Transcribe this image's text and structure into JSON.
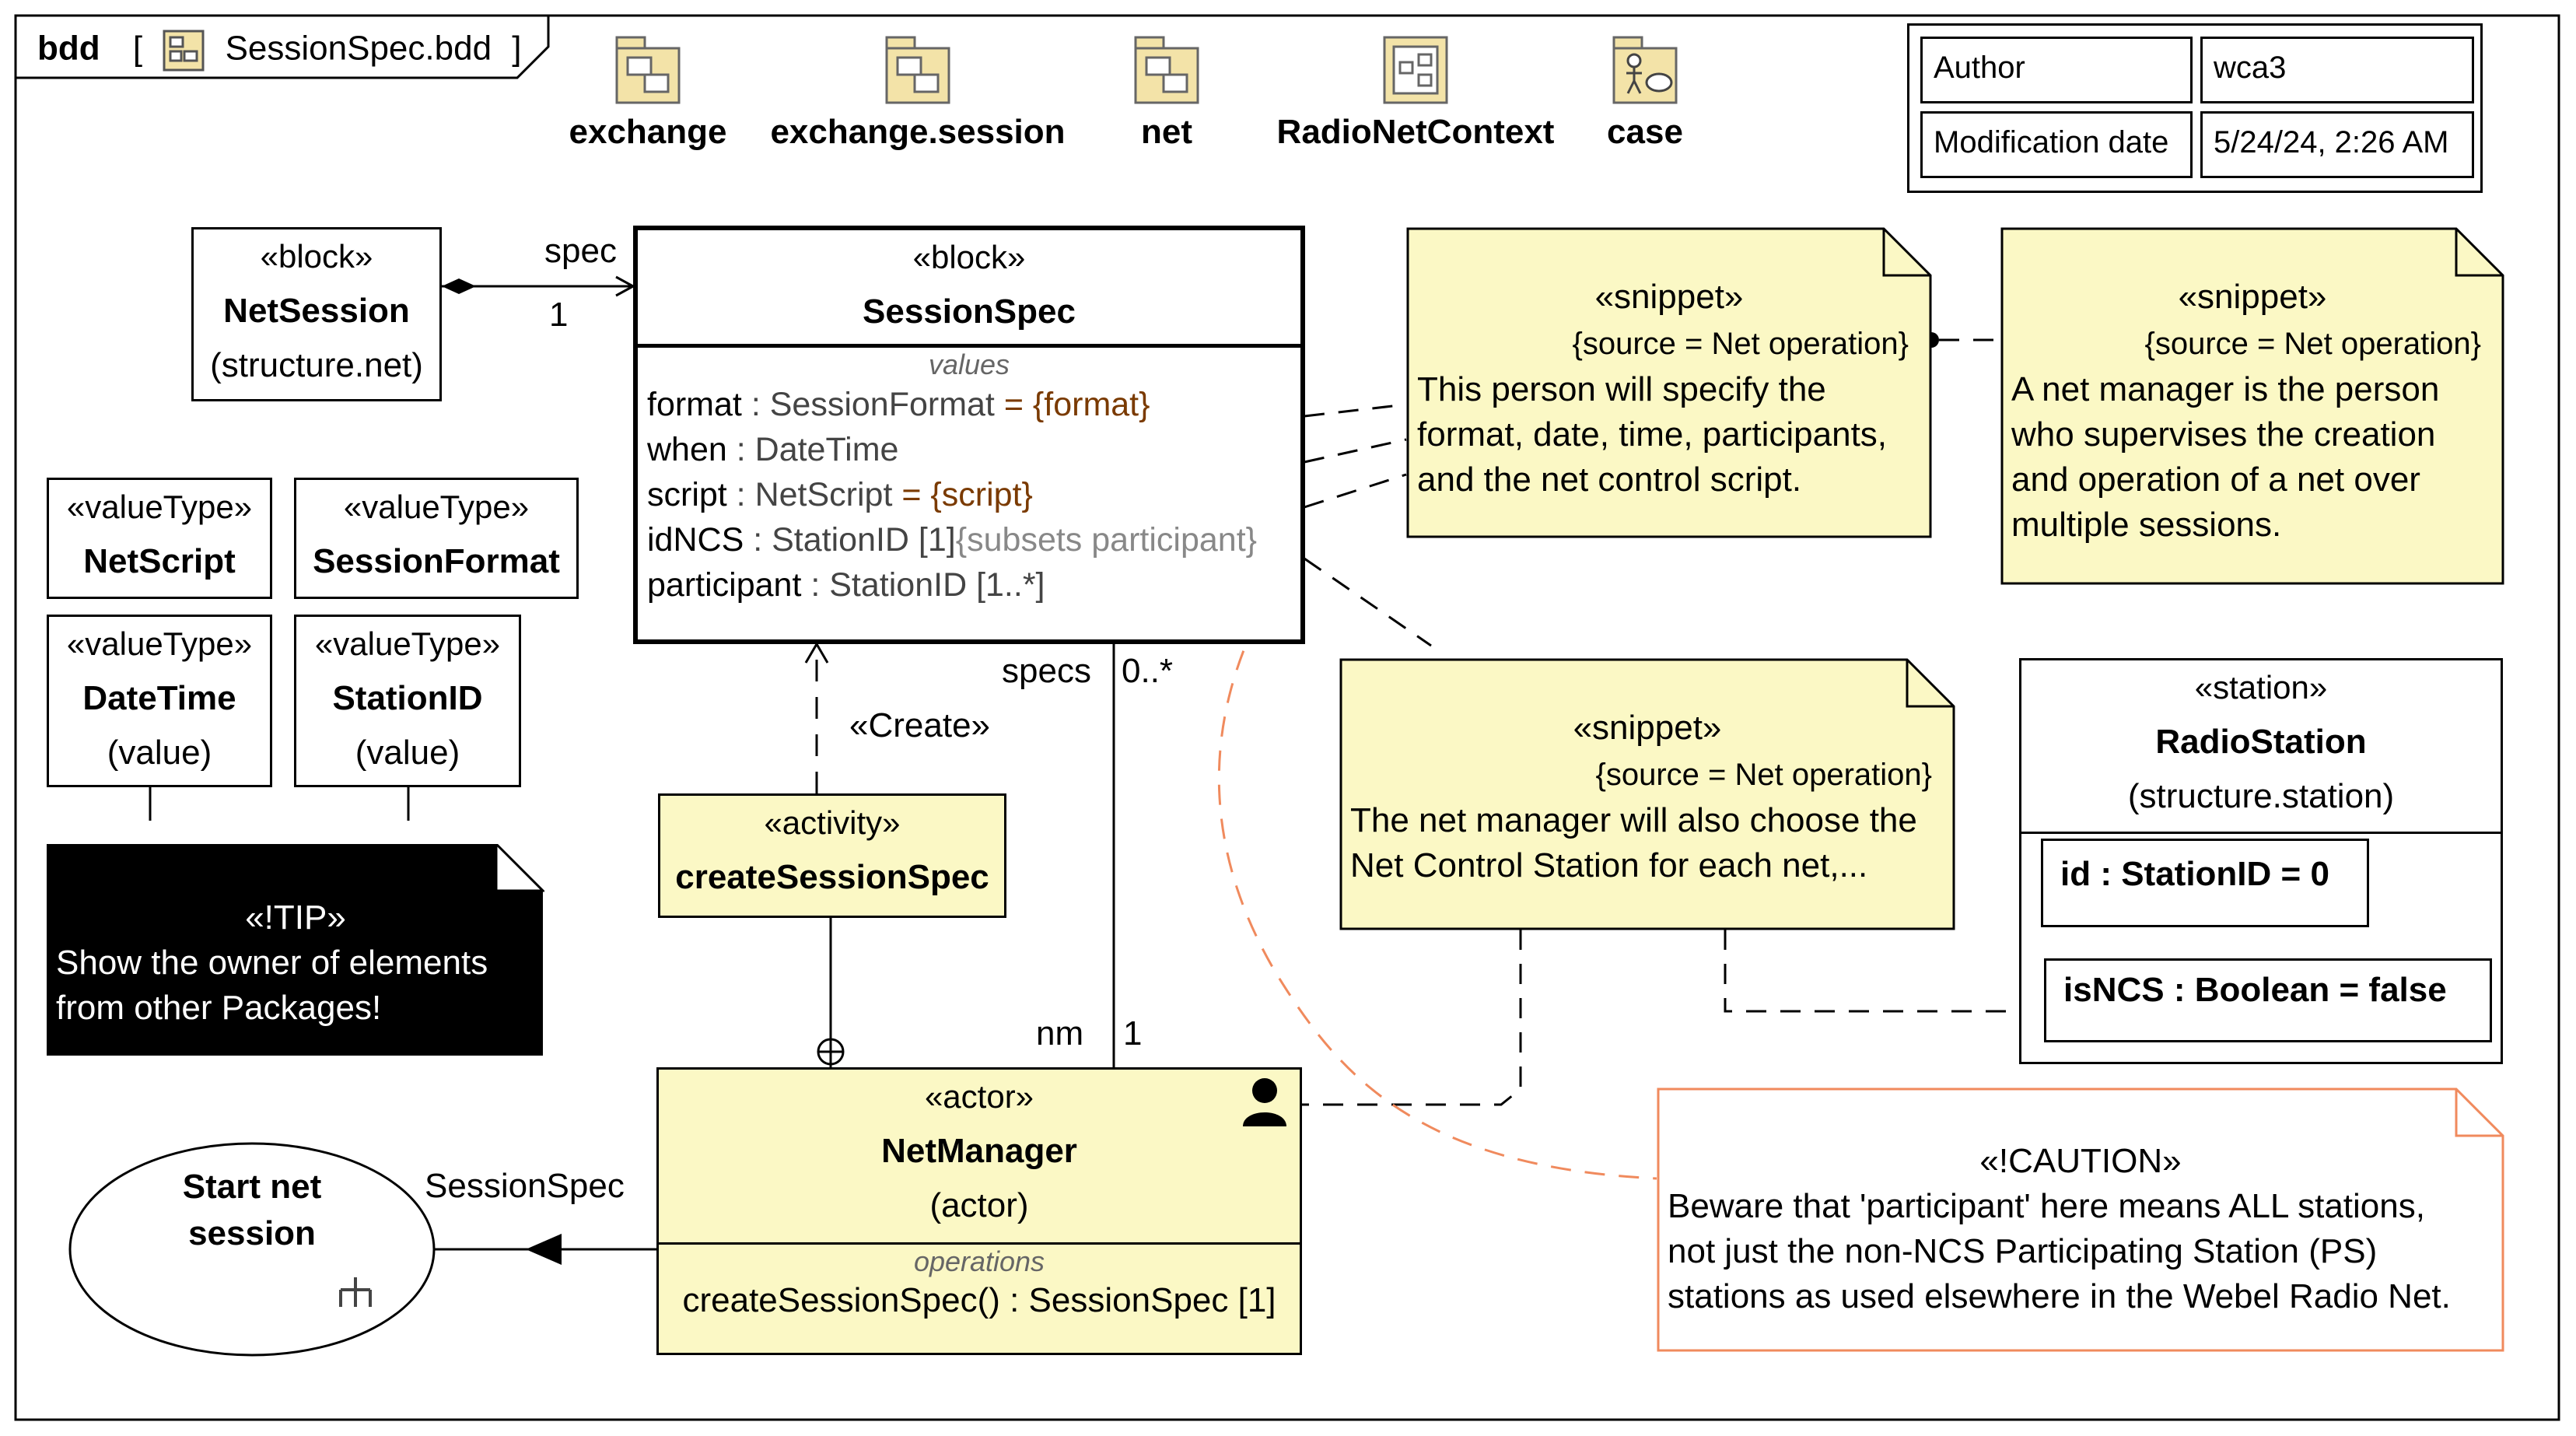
{
  "header": {
    "diagram_kind": "bdd",
    "diagram_name": "SessionSpec.bdd"
  },
  "packages": [
    {
      "label": "exchange",
      "icon": "package-icon"
    },
    {
      "label": "exchange.session",
      "icon": "package-icon"
    },
    {
      "label": "net",
      "icon": "package-icon"
    },
    {
      "label": "RadioNetContext",
      "icon": "context-package-icon"
    },
    {
      "label": "case",
      "icon": "use-case-package-icon"
    }
  ],
  "meta_table": {
    "author_label": "Author",
    "author_value": "wca3",
    "date_label": "Modification date",
    "date_value": "5/24/24, 2:26 AM"
  },
  "net_session": {
    "stereotype": "«block»",
    "name": "NetSession",
    "owner": "(structure.net)"
  },
  "session_spec": {
    "stereotype": "«block»",
    "name": "SessionSpec",
    "compartment": "values",
    "attrs": [
      {
        "name": "format",
        "sep": " : ",
        "type": "SessionFormat",
        "def": " = {format}",
        "extra": ""
      },
      {
        "name": "when",
        "sep": " : ",
        "type": "DateTime",
        "def": "",
        "extra": ""
      },
      {
        "name": "script",
        "sep": " : ",
        "type": "NetScript",
        "def": " = {script}",
        "extra": ""
      },
      {
        "name": "idNCS",
        "sep": " : ",
        "type": "StationID [1]",
        "def": "",
        "extra": "{subsets participant}"
      },
      {
        "name": "participant",
        "sep": " : ",
        "type": "StationID [1..*]",
        "def": "",
        "extra": ""
      }
    ]
  },
  "value_types": [
    {
      "stereotype": "«valueType»",
      "name": "NetScript",
      "note": ""
    },
    {
      "stereotype": "«valueType»",
      "name": "SessionFormat",
      "note": ""
    },
    {
      "stereotype": "«valueType»",
      "name": "DateTime",
      "note": "(value)"
    },
    {
      "stereotype": "«valueType»",
      "name": "StationID",
      "note": "(value)"
    }
  ],
  "tip": {
    "stereotype": "«!TIP»",
    "lines": [
      "Show the owner of elements",
      "from other Packages!"
    ]
  },
  "activity": {
    "stereotype": "«activity»",
    "name": "createSessionSpec"
  },
  "create_label": "«Create»",
  "assoc_labels": {
    "spec": "spec",
    "spec_mult": "1",
    "specs": "specs",
    "specs_mult": "0..*",
    "nm": "nm",
    "nm_mult": "1",
    "session_spec_assoc": "SessionSpec"
  },
  "net_manager": {
    "stereotype": "«actor»",
    "name": "NetManager",
    "owner": "(actor)",
    "compartment": "operations",
    "operation": "createSessionSpec() : SessionSpec [1]"
  },
  "use_case": {
    "lines": [
      "Start net",
      "session"
    ]
  },
  "snippet1": {
    "stereotype": "«snippet»",
    "source": "{source = Net operation}",
    "lines": [
      "This person will specify the",
      "format, date, time, participants,",
      "and the net control script."
    ]
  },
  "snippet2": {
    "stereotype": "«snippet»",
    "source": "{source = Net operation}",
    "lines": [
      "A net manager is the person",
      "who supervises the creation",
      "and operation of a net over",
      "multiple sessions."
    ]
  },
  "snippet3": {
    "stereotype": "«snippet»",
    "source": "{source = Net operation}",
    "lines": [
      "The net manager will also choose the",
      "Net Control Station for each net,..."
    ]
  },
  "radio_station": {
    "stereotype": "«station»",
    "name": "RadioStation",
    "owner": "(structure.station)",
    "parts": [
      "id : StationID = 0",
      "isNCS : Boolean = false"
    ]
  },
  "caution": {
    "stereotype": "«!CAUTION»",
    "lines": [
      "Beware that 'participant' here means ALL stations,",
      "not just the non-NCS Participating Station (PS)",
      "stations as used elsewhere in the Webel Radio Net."
    ]
  },
  "colors": {
    "note_fill": "#fbf8c5",
    "caution_border": "#f08a5d",
    "caution_line": "#f08a5d",
    "tip_fill": "#000000",
    "package_fill": "#f3e3a8"
  }
}
